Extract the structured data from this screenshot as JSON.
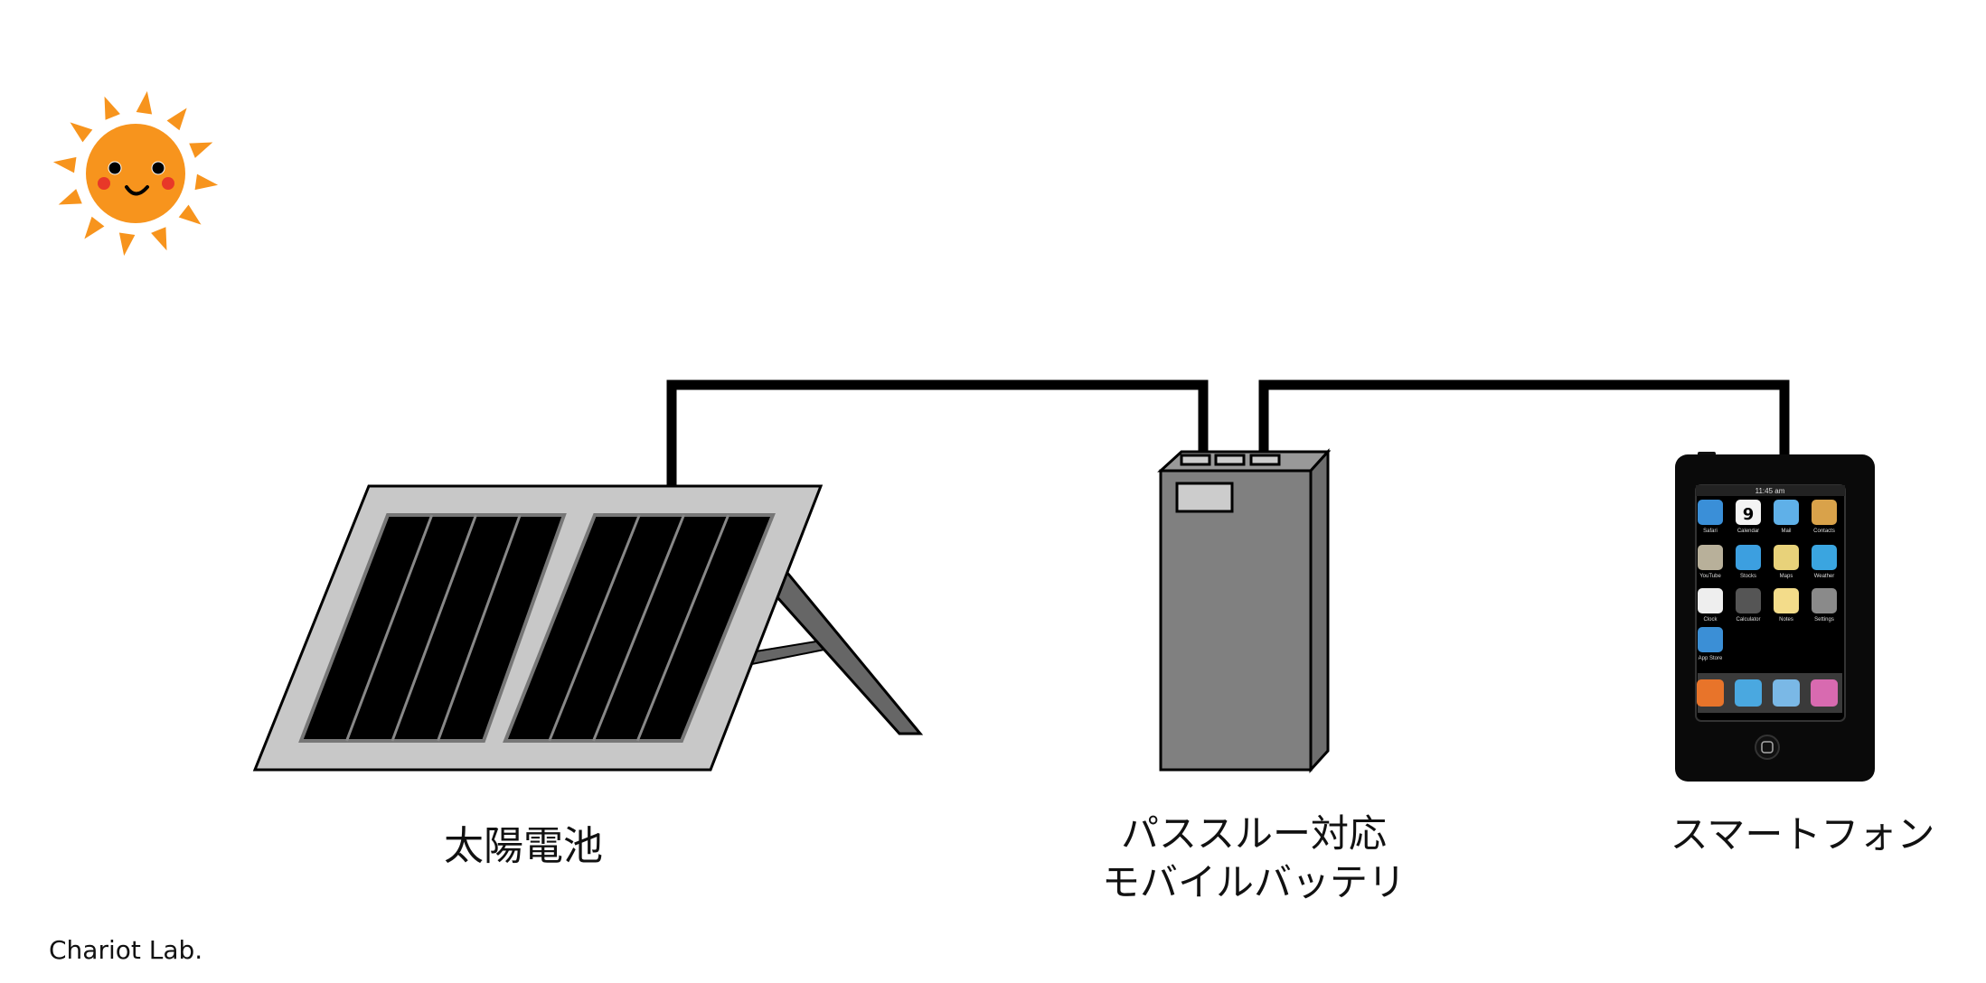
{
  "labels": {
    "solar_panel": "太陽電池",
    "battery_line1": "パススルー対応",
    "battery_line2": "モバイルバッテリ",
    "smartphone": "スマートフォン",
    "credit": "Chariot Lab."
  },
  "phone": {
    "time": "11:45 am",
    "calendar_day": "9",
    "apps": [
      {
        "label": "Safari",
        "color": "#3a8fd8"
      },
      {
        "label": "Calendar",
        "color": "#f4f4f4"
      },
      {
        "label": "Mail",
        "color": "#5fb0e8"
      },
      {
        "label": "Contacts",
        "color": "#d9a24a"
      },
      {
        "label": "YouTube",
        "color": "#b8b09a"
      },
      {
        "label": "Stocks",
        "color": "#3c9fe0"
      },
      {
        "label": "Maps",
        "color": "#e8d27a"
      },
      {
        "label": "Weather",
        "color": "#3aa5e0"
      },
      {
        "label": "Clock",
        "color": "#eeeeee"
      },
      {
        "label": "Calculator",
        "color": "#555555"
      },
      {
        "label": "Notes",
        "color": "#f3dc8a"
      },
      {
        "label": "Settings",
        "color": "#8a8a8a"
      },
      {
        "label": "App Store",
        "color": "#3b8fd6"
      }
    ],
    "dock": [
      {
        "color": "#e8742a"
      },
      {
        "color": "#4aa8e0"
      },
      {
        "color": "#7ab8e6"
      },
      {
        "color": "#d86ab0"
      }
    ]
  },
  "colors": {
    "sun": "#f7941d",
    "cheek": "#e83828",
    "panel_frame": "#c8c8c8",
    "cell": "#000000",
    "battery": "#808080",
    "cable": "#000000"
  }
}
